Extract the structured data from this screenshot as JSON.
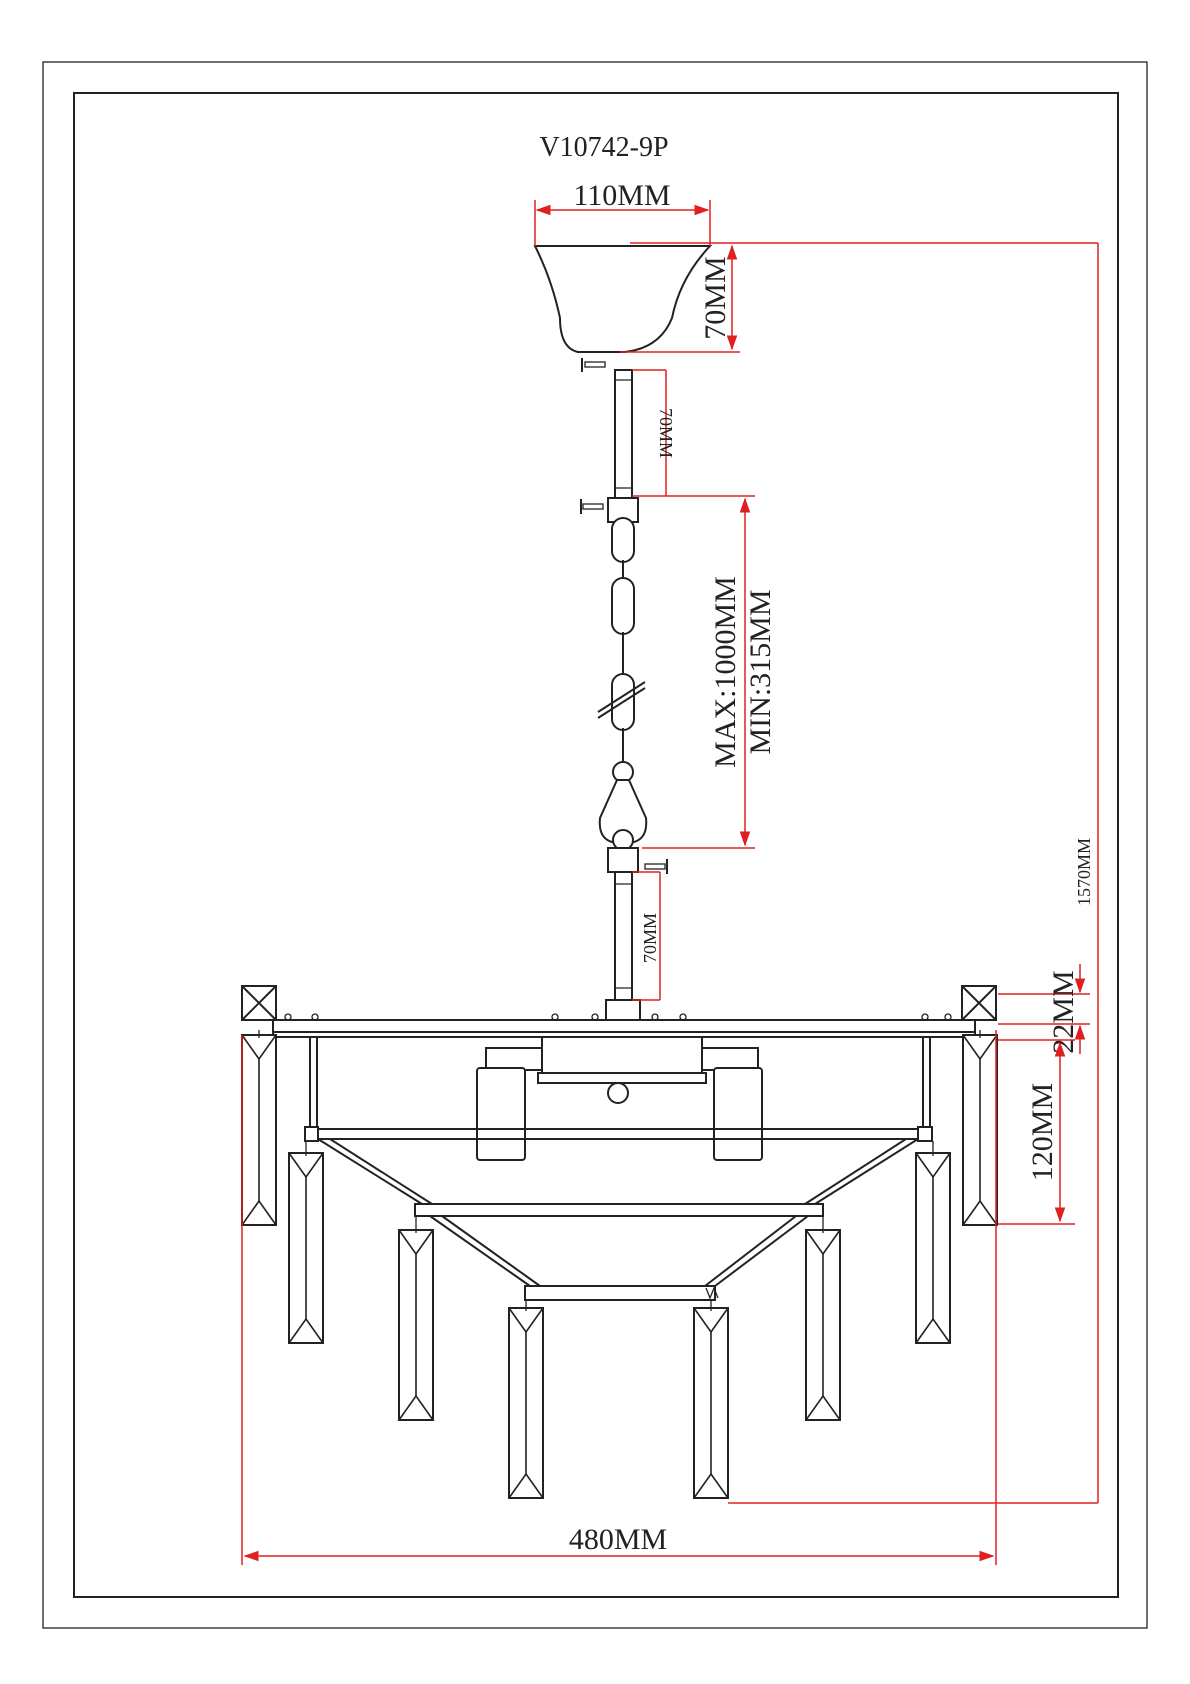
{
  "drawing": {
    "model": "V10742-9P",
    "dimensions": {
      "canopy_width": "110MM",
      "canopy_height": "70MM",
      "upper_rod": "70MM",
      "chain_max": "MAX:1000MM",
      "chain_min": "MIN:315MM",
      "lower_rod": "70MM",
      "total_height": "1570MM",
      "frame_thickness": "22MM",
      "crystal_drop": "120MM",
      "overall_width": "480MM"
    }
  },
  "colors": {
    "ink": "#222222",
    "dimension": "#e02020",
    "background": "#ffffff"
  }
}
